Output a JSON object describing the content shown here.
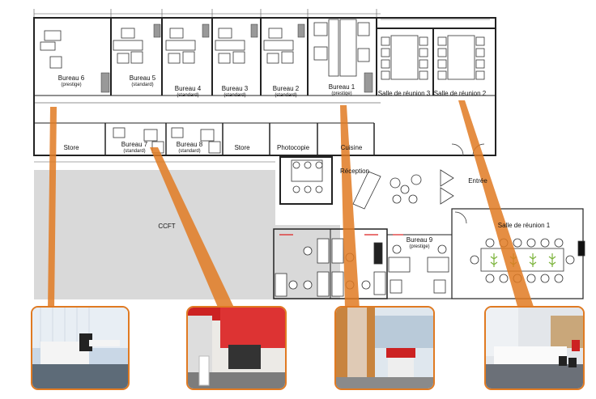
{
  "rooms": {
    "bureau6": {
      "name": "Bureau 6",
      "type": "(prestige)"
    },
    "bureau5": {
      "name": "Bureau 5",
      "type": "(standard)"
    },
    "bureau4": {
      "name": "Bureau 4",
      "type": "(standard)"
    },
    "bureau3": {
      "name": "Bureau 3",
      "type": "(standard)"
    },
    "bureau2": {
      "name": "Bureau 2",
      "type": "(standard)"
    },
    "bureau1": {
      "name": "Bureau 1",
      "type": "(prestige)"
    },
    "reunion3": {
      "name": "Salle de réunion 3"
    },
    "reunion2": {
      "name": "Salle de réunion 2"
    },
    "store1": {
      "name": "Store"
    },
    "bureau7": {
      "name": "Bureau 7",
      "type": "(standard)"
    },
    "bureau8": {
      "name": "Bureau 8",
      "type": "(standard)"
    },
    "store2": {
      "name": "Store"
    },
    "photocopie": {
      "name": "Photocopie"
    },
    "cuisine": {
      "name": "Cuisine"
    },
    "reception": {
      "name": "Réception"
    },
    "entree": {
      "name": "Entrée"
    },
    "ccft": {
      "name": "CCFT"
    },
    "bureau9": {
      "name": "Bureau 9",
      "type": "(prestige)"
    },
    "reunion1": {
      "name": "Salle de réunion 1"
    }
  },
  "colors": {
    "callout": "#e07a22",
    "ccft_zone": "#d9d9d9",
    "walls": "#222222",
    "plant": "#7bb33a"
  }
}
